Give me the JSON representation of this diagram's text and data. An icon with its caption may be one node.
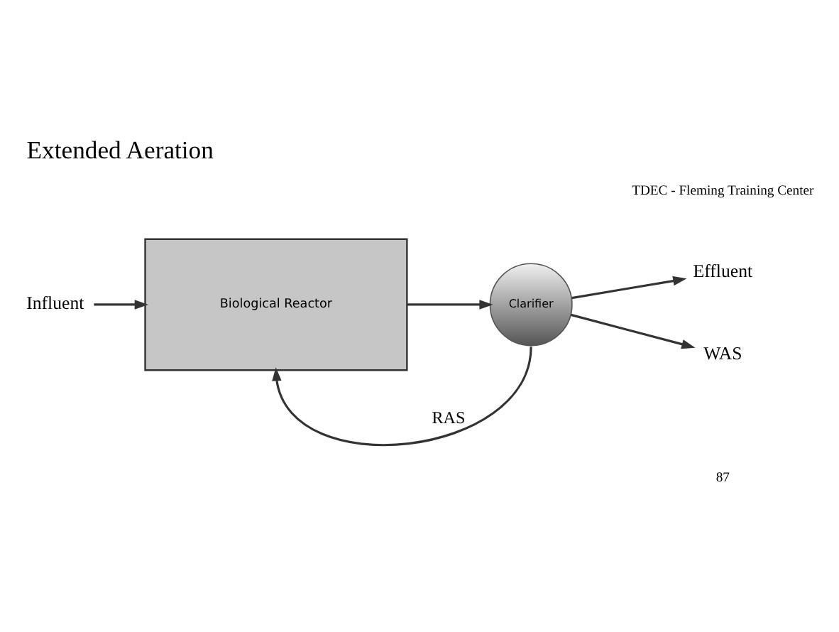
{
  "diagram": {
    "title": "Extended Aeration",
    "nodes": [
      {
        "text": [
          "Influent"
        ]
      },
      {
        "text": [
          "Biological Reactor"
        ]
      },
      {
        "text": [
          "Clarifier"
        ]
      },
      {
        "text": [
          "Effluent"
        ]
      },
      {
        "text": [
          "WAS"
        ]
      }
    ],
    "edges": [
      {
        "from": 0,
        "to": 1,
        "arrow": "to"
      },
      {
        "from": 1,
        "to": 2,
        "arrow": "to"
      },
      {
        "from": 2,
        "to": 3,
        "arrow": "to"
      },
      {
        "from": 2,
        "to": 4,
        "arrow": "to"
      },
      {
        "from": 2,
        "to": 1,
        "arrow": "to",
        "label": "RAS"
      }
    ],
    "labels": [
      "87",
      "TDEC - Fleming Training Center"
    ]
  }
}
